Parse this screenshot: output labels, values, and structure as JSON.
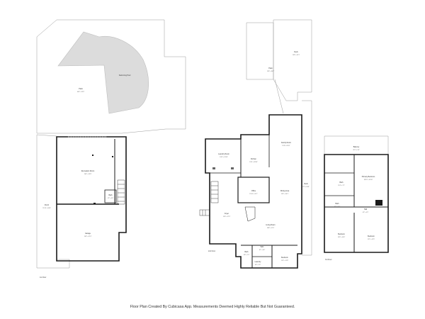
{
  "footer": "Floor Plan Created By Cubicasa App. Measurements Deemed Highly Reliable But Not Guaranteed.",
  "colors": {
    "wall": "#1a1a1a",
    "outline": "#9a9a9a",
    "pool": "#dcdcdc",
    "fixture": "#666666"
  },
  "floor_labels": {
    "left": "1st Floor",
    "middle": "2nd Floor",
    "right": "3rd Floor"
  },
  "rooms": {
    "patio_left": {
      "name": "Patio",
      "dims": "40'4\" x 22'6\""
    },
    "pool": {
      "name": "Swimming Pool",
      "dims": ""
    },
    "porch": {
      "name": "Porch",
      "dims": "11'10\" x 50'8\""
    },
    "rec_room": {
      "name": "Recreation Room",
      "dims": "26'4\" x 25'8\""
    },
    "bath_first": {
      "name": "Bath",
      "dims": "5'2\" x 5'6\""
    },
    "garage": {
      "name": "Garage",
      "dims": "26'9\" x 27'4\""
    },
    "patio_top": {
      "name": "Patio",
      "dims": "15'6\" x 30'2\""
    },
    "deck": {
      "name": "Deck",
      "dims": "15'8\" x 19'1\""
    },
    "kitchen": {
      "name": "Kitchen",
      "dims": "19'6\" x 18'10\""
    },
    "laundry_2": {
      "name": "Laundry Room",
      "dims": "10'8\" x 10'10\""
    },
    "family_room": {
      "name": "Family Room",
      "dims": "13'8\" x 20'11\""
    },
    "office": {
      "name": "Office",
      "dims": "11'10\" x 11'2\""
    },
    "dining": {
      "name": "Dining Area",
      "dims": "12'4\" x 20'1\""
    },
    "deck_side": {
      "name": "Deck",
      "dims": "6'2\" x 50'8\""
    },
    "foyer": {
      "name": "Foyer",
      "dims": "13'0\" x 17'9\""
    },
    "living": {
      "name": "Living Room",
      "dims": "18'8\" x 17'0\""
    },
    "bath_2": {
      "name": "Bath",
      "dims": "6'8\" x 7'4\""
    },
    "wic": {
      "name": "WIC",
      "dims": "6'1\" x 4'6\""
    },
    "laundry_small": {
      "name": "Laundry",
      "dims": "4'6\" x 7'6\""
    },
    "bedroom_2": {
      "name": "Bedroom",
      "dims": "11'4\" x 11'8\""
    },
    "balcony": {
      "name": "Balcony",
      "dims": "26'1\" x 5'6\""
    },
    "primary_bed": {
      "name": "Primary Bedroom",
      "dims": "18'10\" x 16'10\""
    },
    "bath_3a": {
      "name": "Bath",
      "dims": "11'6\" x 7'1\""
    },
    "bath_3b": {
      "name": "Bath",
      "dims": "6'5\" x 7'4\""
    },
    "hall": {
      "name": "Hall",
      "dims": "4'2\" x 5'3\""
    },
    "bedroom_3a": {
      "name": "Bedroom",
      "dims": "13'3\" x 14'9\""
    },
    "bedroom_3b": {
      "name": "Bedroom",
      "dims": "11'5\" x 12'5\""
    }
  }
}
